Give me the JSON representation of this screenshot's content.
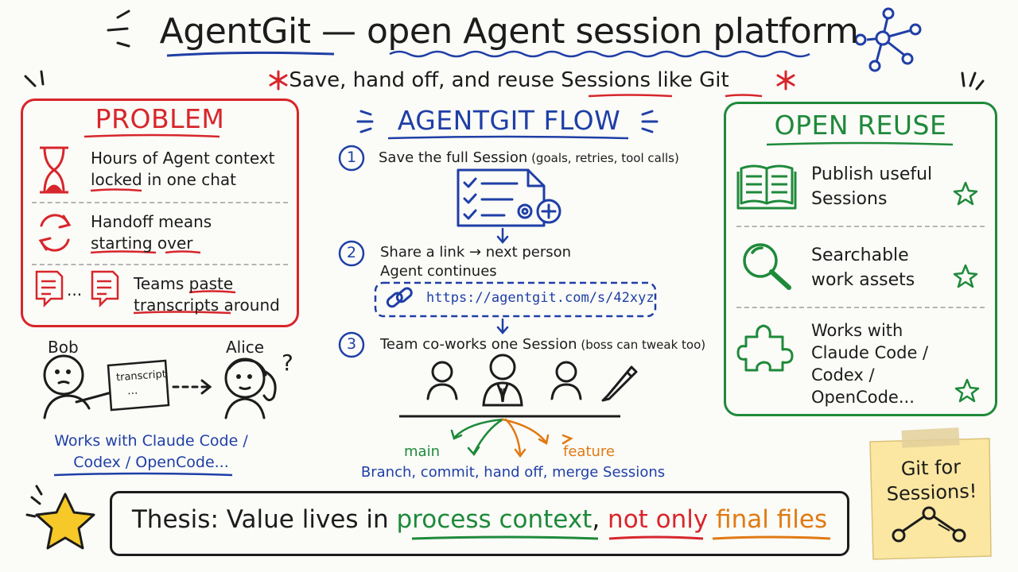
{
  "header": {
    "title_main": "AgentGit",
    "title_rest": "— open Agent session platform",
    "subtitle_a": "Save, hand off, and reuse ",
    "subtitle_sessions": "Sessions",
    "subtitle_like": " like ",
    "subtitle_git": "Git"
  },
  "problem": {
    "title": "PROBLEM",
    "items": [
      {
        "line1": "Hours of Agent context",
        "hl": "locked",
        "line2_rest": " in one chat"
      },
      {
        "line1": "Handoff means",
        "hl1": "starting",
        "mid": " ",
        "hl2": "over"
      },
      {
        "pre": "Teams ",
        "hl": "paste",
        "line2": "transcripts around"
      }
    ],
    "bob": "Bob",
    "alice": "Alice",
    "question": "?",
    "paper_label": "transcript",
    "paper_dots": "...",
    "works_with_1": "Works with Claude Code /",
    "works_with_2": "Codex / OpenCode..."
  },
  "flow": {
    "title": "AGENTGIT FLOW",
    "steps": [
      {
        "num": "1",
        "text": "Save the full Session",
        "detail": " (goals, retries, tool calls)"
      },
      {
        "num": "2",
        "text1": "Share a link → next person",
        "text2": "Agent continues"
      },
      {
        "num": "3",
        "text": "Team co-works one Session",
        "detail": " (boss can tweak too)"
      }
    ],
    "link": "https://agentgit.com/s/42xyz",
    "branch_main": "main",
    "branch_feature": "feature",
    "caption": "Branch, commit, hand off, merge Sessions"
  },
  "reuse": {
    "title": "OPEN REUSE",
    "items": [
      {
        "line1": "Publish useful",
        "line2": "Sessions"
      },
      {
        "line1": "Searchable",
        "line2": "work assets"
      },
      {
        "line1": "Works with",
        "line2": "Claude Code /",
        "line3": "Codex /",
        "line4": "OpenCode..."
      }
    ]
  },
  "thesis": {
    "label": "Thesis: Value lives in ",
    "green": "process context",
    "comma": ", ",
    "red": "not only",
    "space": " ",
    "orange": "final files"
  },
  "sticky": {
    "line1": "Git for",
    "line2": "Sessions!"
  },
  "colors": {
    "red": "#d7262b",
    "blue": "#1f3fa6",
    "green": "#1e8a3a",
    "orange": "#e07a12",
    "sticky": "#fbe7a1"
  }
}
